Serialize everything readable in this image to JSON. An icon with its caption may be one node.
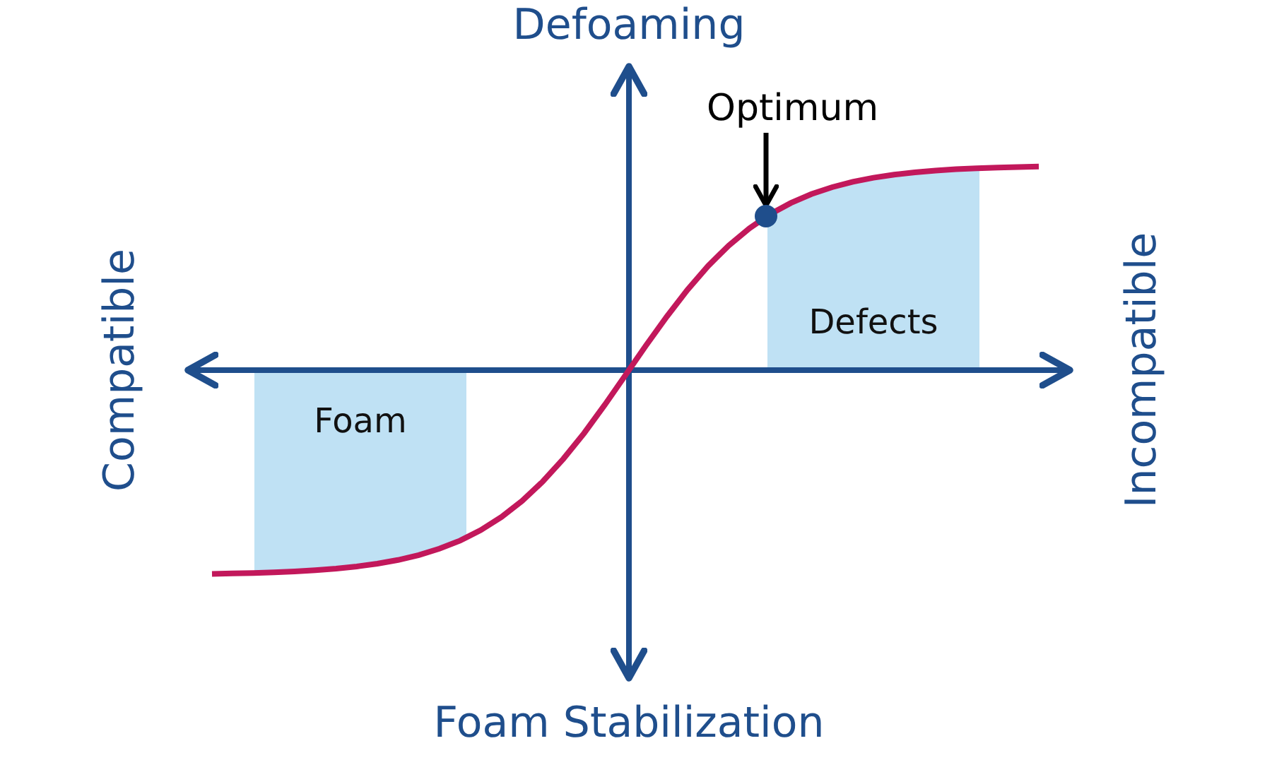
{
  "diagram": {
    "nodes": [
      {
        "text": [
          "Optimum"
        ]
      },
      {
        "text": [],
        "shape": "circle"
      },
      {
        "text": [
          "Defects"
        ]
      },
      {
        "text": [
          "Foam"
        ]
      }
    ],
    "edges": [
      {
        "from": 0,
        "to": 1,
        "arrow": "to"
      }
    ],
    "labels": [
      "Defoaming",
      "Compatible",
      "Incompatible",
      "Foam Stabilization"
    ]
  }
}
